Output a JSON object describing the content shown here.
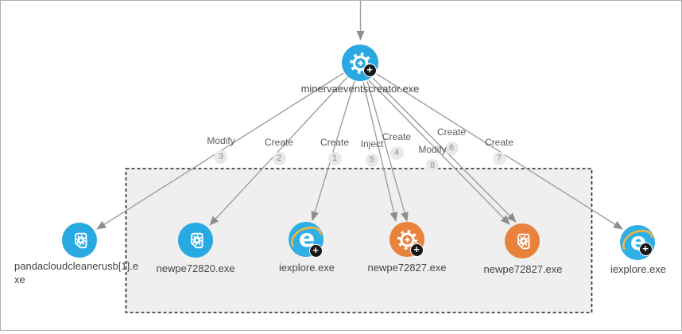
{
  "graph": {
    "root_process": "minervaeventscreator.exe",
    "has_incoming_parent_edge": true,
    "nodes": [
      {
        "label": "minervaeventscreator.exe",
        "icon": "gear-plus-icon",
        "color": "#29a9e2",
        "has_expand_badge": true
      },
      {
        "label": "pandacloudcleanerusb[1].exe",
        "icon": "file-gear-icon",
        "color": "#29a9e2",
        "has_expand_badge": false
      },
      {
        "label": "newpe72820.exe",
        "icon": "file-gear-icon",
        "color": "#29a9e2",
        "has_expand_badge": false
      },
      {
        "label": "iexplore.exe",
        "icon": "internet-explorer-icon",
        "color": "#2fafe6",
        "has_expand_badge": true
      },
      {
        "label": "newpe72827.exe",
        "icon": "gear-plus-icon",
        "color": "#e8823c",
        "has_expand_badge": true
      },
      {
        "label": "newpe72827.exe",
        "icon": "file-gear-icon",
        "color": "#e8823c",
        "has_expand_badge": false
      },
      {
        "label": "iexplore.exe",
        "icon": "internet-explorer-icon",
        "color": "#2fafe6",
        "has_expand_badge": true
      }
    ],
    "edges": [
      {
        "action": "Create",
        "seq": "1",
        "source": 0,
        "target": 3
      },
      {
        "action": "Create",
        "seq": "2",
        "source": 0,
        "target": 2
      },
      {
        "action": "Modify",
        "seq": "3",
        "source": 0,
        "target": 1
      },
      {
        "action": "Create",
        "seq": "4",
        "source": 0,
        "target": 4
      },
      {
        "action": "Inject",
        "seq": "5",
        "source": 0,
        "target": 4
      },
      {
        "action": "Create",
        "seq": "6",
        "source": 0,
        "target": 5
      },
      {
        "action": "Create",
        "seq": "7",
        "source": 0,
        "target": 6
      },
      {
        "action": "Modify",
        "seq": "8",
        "source": 0,
        "target": 5
      }
    ],
    "colors": {
      "process_blue": "#29a9e2",
      "process_orange": "#e8823c",
      "edge_line": "#9e9e9e",
      "group_box_fill": "#efefef",
      "expand_badge": "#161616"
    }
  }
}
